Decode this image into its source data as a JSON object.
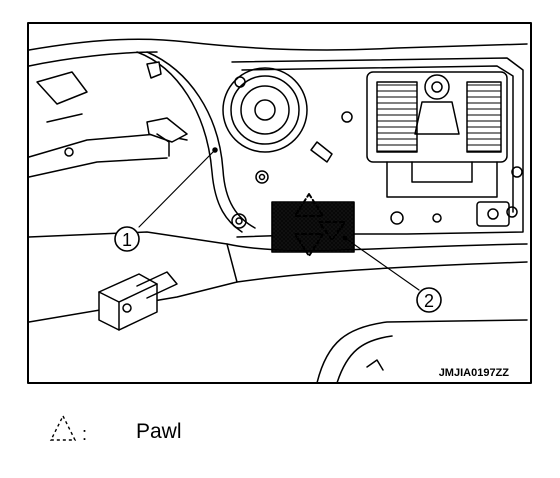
{
  "figure": {
    "callouts": [
      {
        "id": "1",
        "label": "1"
      },
      {
        "id": "2",
        "label": "2"
      }
    ],
    "figure_code": "JMJIA0197ZZ"
  },
  "legend": {
    "items": [
      {
        "symbol": "dashed-triangle-icon",
        "separator": ":",
        "label": "Pawl"
      }
    ]
  },
  "colors": {
    "line": "#000000",
    "background": "#ffffff",
    "hatch": "#9a9a9a"
  }
}
